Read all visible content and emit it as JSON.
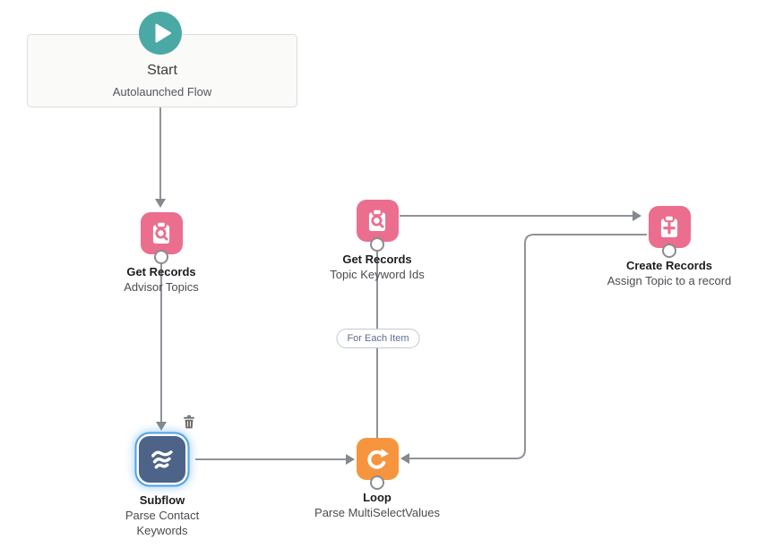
{
  "start_node": {
    "title": "Start",
    "subtitle": "Autolaunched Flow",
    "icon": "play-icon"
  },
  "nodes": [
    {
      "type_label": "Get Records",
      "name": "Advisor Topics",
      "icon": "record-lookup-icon",
      "color": "#EB6E8F",
      "selected": false
    },
    {
      "type_label": "Get Records",
      "name": "Topic Keyword Ids",
      "icon": "record-lookup-icon",
      "color": "#EB6E8F",
      "selected": false
    },
    {
      "type_label": "Create Records",
      "name": "Assign Topic to a record",
      "icon": "record-create-icon",
      "color": "#EB6E8F",
      "selected": false
    },
    {
      "type_label": "Subflow",
      "name": "Parse Contact Keywords",
      "icon": "subflow-waves-icon",
      "color": "#4D6488",
      "selected": true
    },
    {
      "type_label": "Loop",
      "name": "Parse MultiSelectValues",
      "icon": "loop-arrow-icon",
      "color": "#F6953D",
      "selected": false
    }
  ],
  "connector_label": {
    "text": "For Each Item"
  },
  "icons": [
    "play-icon",
    "record-lookup-icon",
    "record-create-icon",
    "subflow-waves-icon",
    "loop-arrow-icon",
    "delete-icon"
  ],
  "colors": {
    "teal": "#4AA9A4",
    "pink": "#EB6E8F",
    "orange": "#F6953D",
    "slate_blue": "#4D6488",
    "connector_gray": "#909399",
    "selection_blue": "#4DA1E8"
  }
}
